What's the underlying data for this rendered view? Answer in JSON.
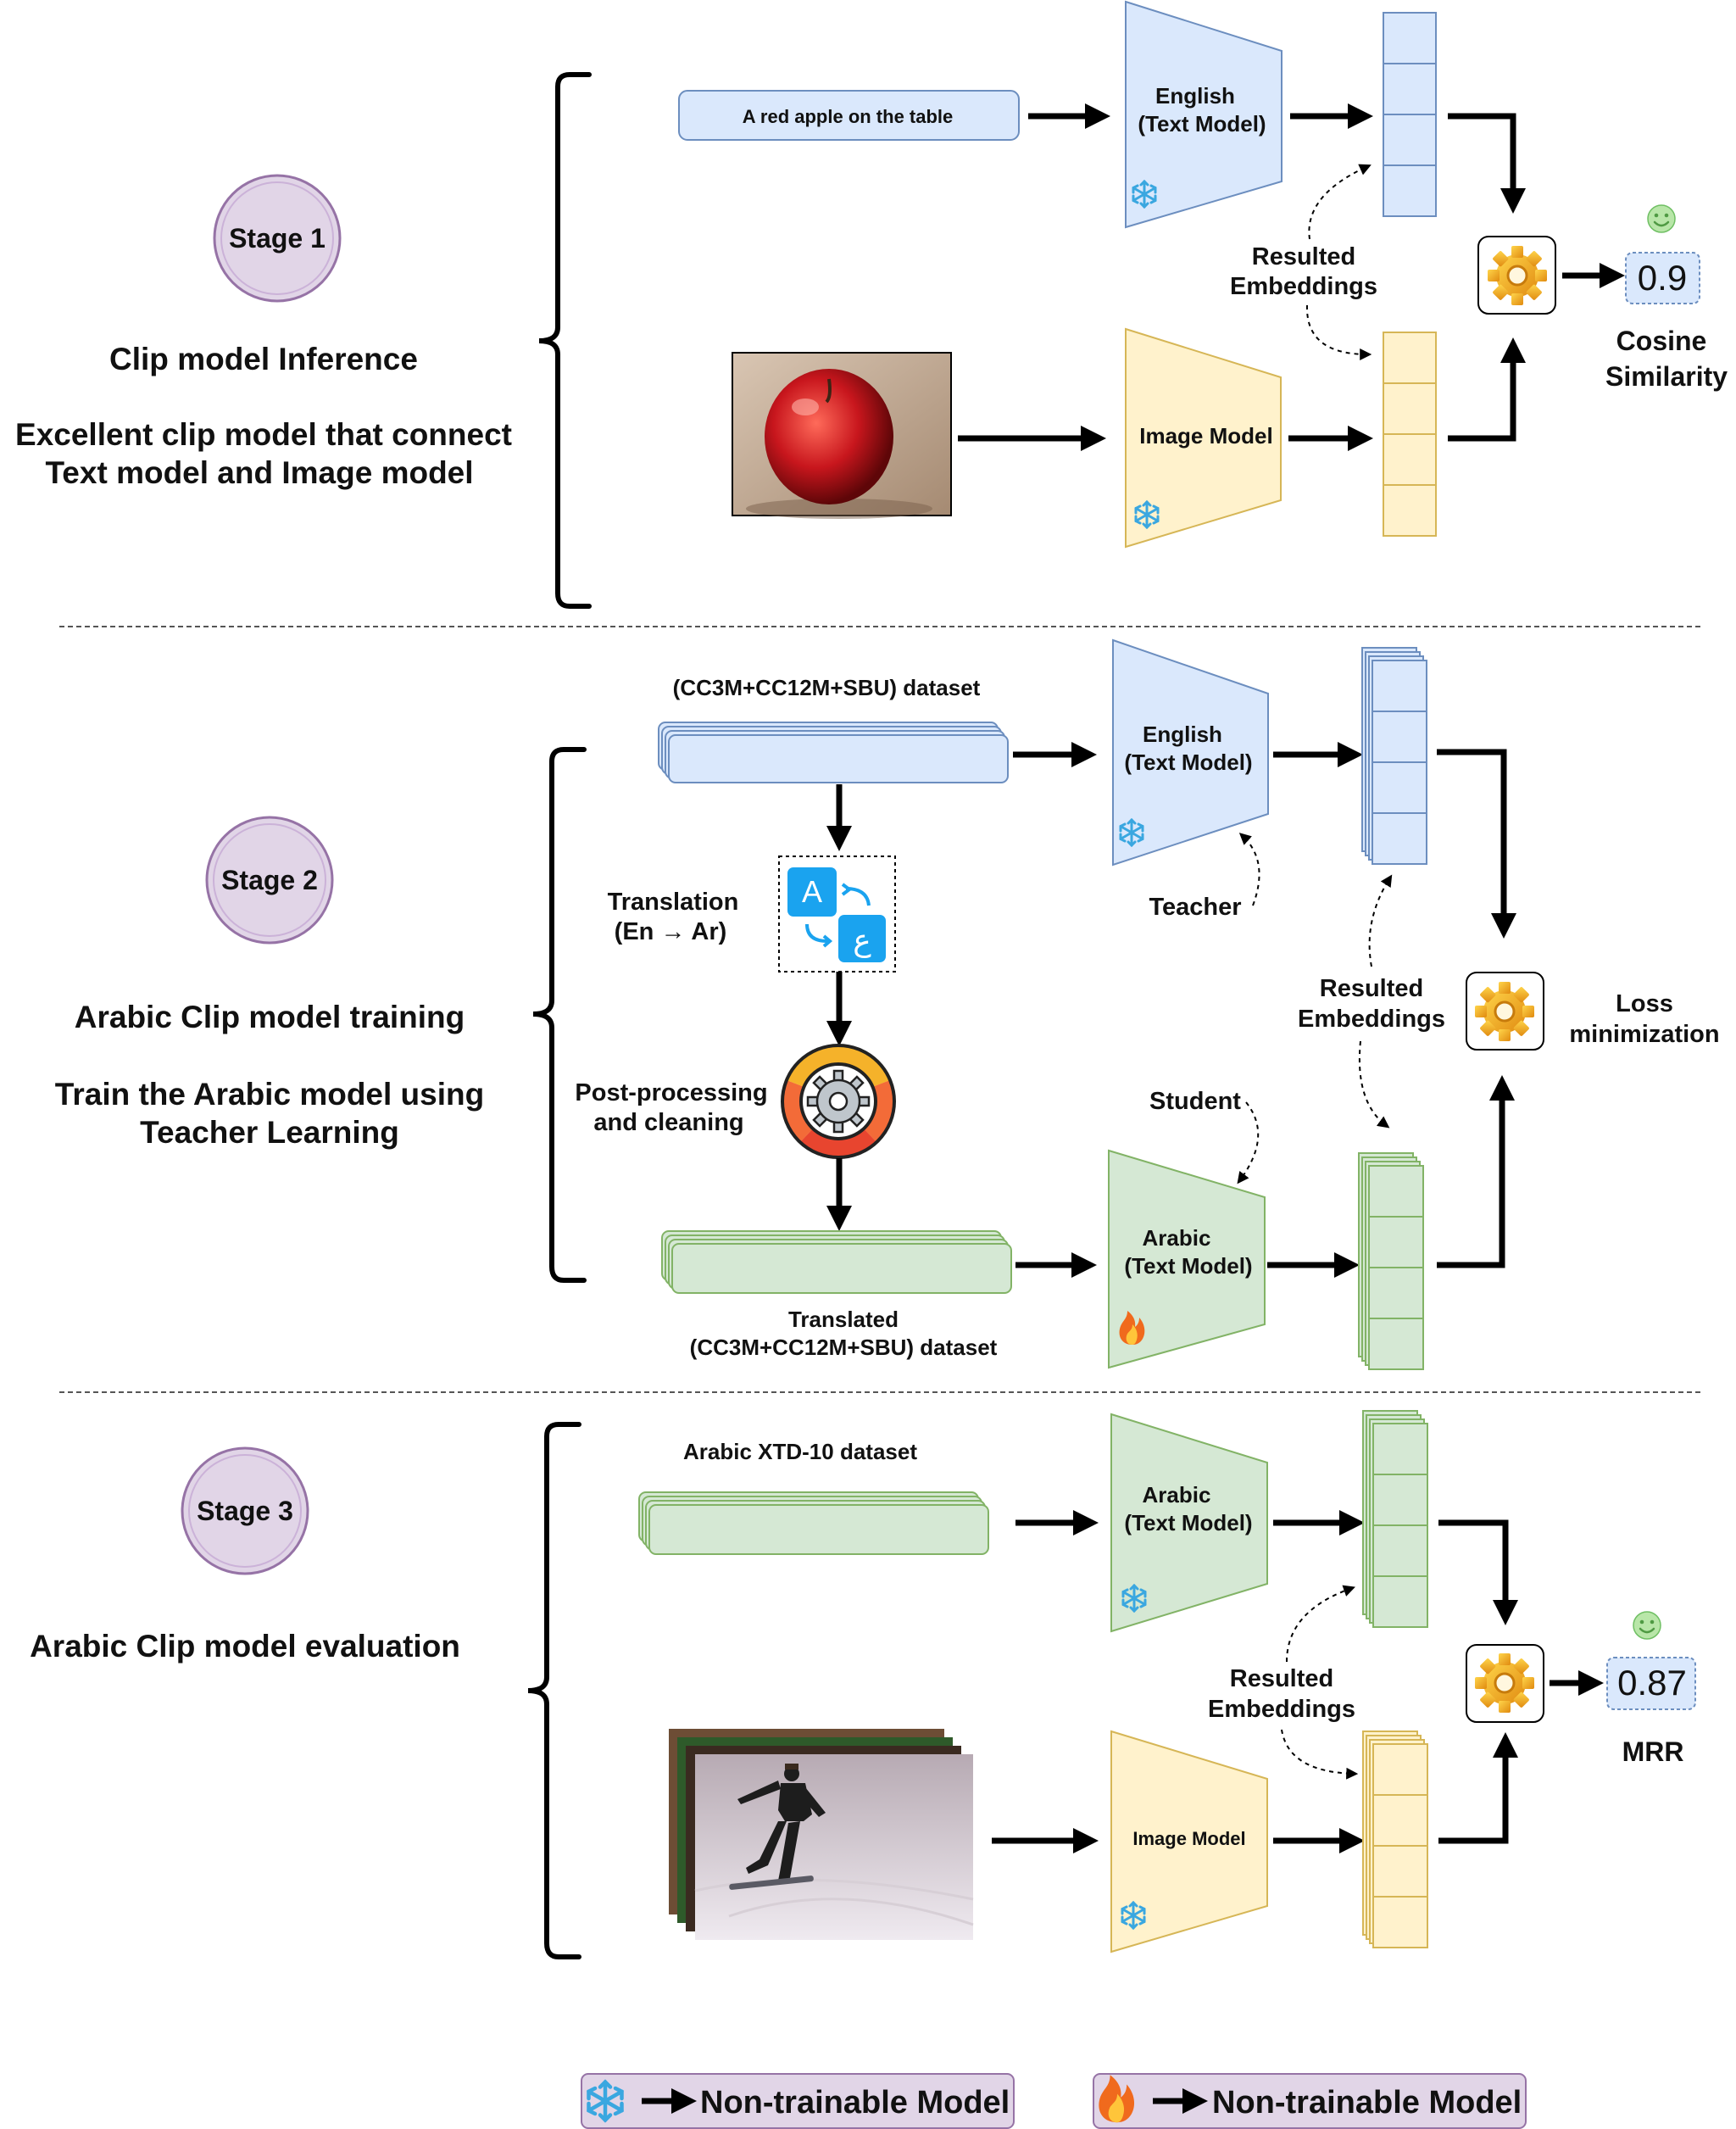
{
  "stage1": {
    "badge": "Stage 1",
    "title": "Clip model Inference",
    "description_line1": "Excellent clip model that connect",
    "description_line2": "Text model and Image model",
    "caption_text": "A red apple on the table",
    "text_model_line1": "English",
    "text_model_line2": "(Text Model)",
    "image_model": "Image Model",
    "embeddings_line1": "Resulted",
    "embeddings_line2": "Embeddings",
    "score": "0.9",
    "metric_line1": "Cosine",
    "metric_line2": "Similarity"
  },
  "stage2": {
    "badge": "Stage 2",
    "title": "Arabic Clip model training",
    "description_line1": "Train the Arabic model using",
    "description_line2": "Teacher Learning",
    "dataset_label": "(CC3M+CC12M+SBU) dataset",
    "translation_line1": "Translation",
    "translation_line2": "(En → Ar)",
    "translate_icon_latin": "A",
    "translate_icon_arabic": "ع",
    "postprocess_line1": "Post-processing",
    "postprocess_line2": "and cleaning",
    "translated_line1": "Translated",
    "translated_line2": "(CC3M+CC12M+SBU) dataset",
    "teacher_line1": "English",
    "teacher_line2": "(Text Model)",
    "teacher_label": "Teacher",
    "student_line1": "Arabic",
    "student_line2": "(Text Model)",
    "student_label": "Student",
    "embeddings_line1": "Resulted",
    "embeddings_line2": "Embeddings",
    "loss_line1": "Loss",
    "loss_line2": "minimization"
  },
  "stage3": {
    "badge": "Stage 3",
    "title": "Arabic Clip model evaluation",
    "dataset_label": "Arabic XTD-10 dataset",
    "text_model_line1": "Arabic",
    "text_model_line2": "(Text Model)",
    "image_model": "Image Model",
    "embeddings_line1": "Resulted",
    "embeddings_line2": "Embeddings",
    "score": "0.87",
    "metric": "MRR"
  },
  "legend": {
    "frozen_label": "Non-trainable Model",
    "trainable_label": "Non-trainable Model"
  },
  "colors": {
    "text_blue": "#dae8fc",
    "text_blue_stroke": "#6c8ebf",
    "image_yellow": "#fff2cc",
    "image_yellow_stroke": "#d6b656",
    "arabic_green": "#d5e8d4",
    "arabic_green_stroke": "#82b366",
    "stage_purple": "#e1d5e7",
    "stage_purple_stroke": "#9673a6",
    "snowflake": "#3aa7e0",
    "flame": "#f06a1d"
  }
}
